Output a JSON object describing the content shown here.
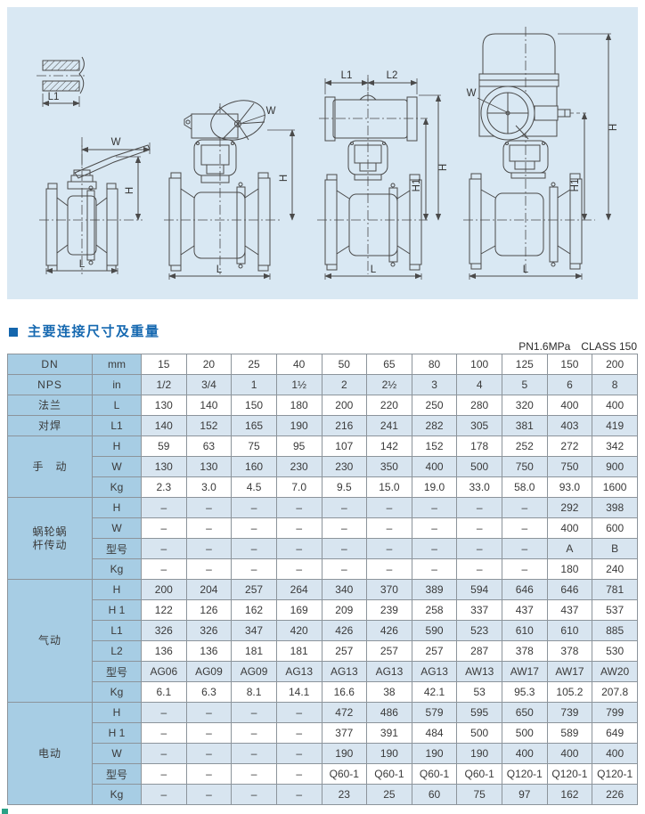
{
  "header": {
    "title": "主要连接尺寸及重量",
    "pressure": "PN1.6MPa",
    "class_rating": "CLASS 150"
  },
  "colors": {
    "panel_bg": "#d9e8f3",
    "title_blue": "#1568b0",
    "label_cell_blue": "#a7cde4",
    "shade_row_blue": "#d8e5f0",
    "line_color": "#4a4a4a",
    "end_mark_teal": "#2aa186"
  },
  "drawings": {
    "pipe": {
      "l1": "L1"
    },
    "manual": {
      "w": "W",
      "h": "H",
      "l": "L"
    },
    "gear": {
      "w": "W",
      "h": "H",
      "l": "L"
    },
    "pneumatic": {
      "l1": "L1",
      "l2": "L2",
      "h": "H",
      "h1": "H1",
      "l": "L"
    },
    "electric": {
      "w": "W",
      "h": "H",
      "h1": "H1",
      "l": "L"
    }
  },
  "table": {
    "rows": [
      {
        "group": "DN",
        "sub": "mm",
        "cells": [
          "15",
          "20",
          "25",
          "40",
          "50",
          "65",
          "80",
          "100",
          "125",
          "150",
          "200"
        ]
      },
      {
        "group": "NPS",
        "sub": "in",
        "cells": [
          "1/2",
          "3/4",
          "1",
          "1½",
          "2",
          "2½",
          "3",
          "4",
          "5",
          "6",
          "8"
        ]
      },
      {
        "group": "法兰",
        "sub": "L",
        "cells": [
          "130",
          "140",
          "150",
          "180",
          "200",
          "220",
          "250",
          "280",
          "320",
          "400",
          "400"
        ]
      },
      {
        "group": "对焊",
        "sub": "L1",
        "cells": [
          "140",
          "152",
          "165",
          "190",
          "216",
          "241",
          "282",
          "305",
          "381",
          "403",
          "419"
        ]
      },
      {
        "group": "手　动",
        "span": 3,
        "sub": "H",
        "cells": [
          "59",
          "63",
          "75",
          "95",
          "107",
          "142",
          "152",
          "178",
          "252",
          "272",
          "342"
        ]
      },
      {
        "sub": "W",
        "cells": [
          "130",
          "130",
          "160",
          "230",
          "230",
          "350",
          "400",
          "500",
          "750",
          "750",
          "900"
        ]
      },
      {
        "sub": "Kg",
        "cells": [
          "2.3",
          "3.0",
          "4.5",
          "7.0",
          "9.5",
          "15.0",
          "19.0",
          "33.0",
          "58.0",
          "93.0",
          "1600"
        ]
      },
      {
        "group": "蜗轮蜗\n杆传动",
        "span": 4,
        "sub": "H",
        "cells": [
          "–",
          "–",
          "–",
          "–",
          "–",
          "–",
          "–",
          "–",
          "–",
          "292",
          "398"
        ]
      },
      {
        "sub": "W",
        "cells": [
          "–",
          "–",
          "–",
          "–",
          "–",
          "–",
          "–",
          "–",
          "–",
          "400",
          "600"
        ]
      },
      {
        "sub": "型号",
        "cells": [
          "–",
          "–",
          "–",
          "–",
          "–",
          "–",
          "–",
          "–",
          "–",
          "A",
          "B"
        ]
      },
      {
        "sub": "Kg",
        "cells": [
          "–",
          "–",
          "–",
          "–",
          "–",
          "–",
          "–",
          "–",
          "–",
          "180",
          "240"
        ]
      },
      {
        "group": "气动",
        "span": 6,
        "sub": "H",
        "cells": [
          "200",
          "204",
          "257",
          "264",
          "340",
          "370",
          "389",
          "594",
          "646",
          "646",
          "781"
        ]
      },
      {
        "sub": "H 1",
        "cells": [
          "122",
          "126",
          "162",
          "169",
          "209",
          "239",
          "258",
          "337",
          "437",
          "437",
          "537"
        ]
      },
      {
        "sub": "L1",
        "cells": [
          "326",
          "326",
          "347",
          "420",
          "426",
          "426",
          "590",
          "523",
          "610",
          "610",
          "885"
        ]
      },
      {
        "sub": "L2",
        "cells": [
          "136",
          "136",
          "181",
          "181",
          "257",
          "257",
          "257",
          "287",
          "378",
          "378",
          "530"
        ]
      },
      {
        "sub": "型号",
        "cells": [
          "AG06",
          "AG09",
          "AG09",
          "AG13",
          "AG13",
          "AG13",
          "AG13",
          "AW13",
          "AW17",
          "AW17",
          "AW20"
        ]
      },
      {
        "sub": "Kg",
        "cells": [
          "6.1",
          "6.3",
          "8.1",
          "14.1",
          "16.6",
          "38",
          "42.1",
          "53",
          "95.3",
          "105.2",
          "207.8"
        ]
      },
      {
        "group": "电动",
        "span": 5,
        "sub": "H",
        "cells": [
          "–",
          "–",
          "–",
          "–",
          "472",
          "486",
          "579",
          "595",
          "650",
          "739",
          "799"
        ]
      },
      {
        "sub": "H 1",
        "cells": [
          "–",
          "–",
          "–",
          "–",
          "377",
          "391",
          "484",
          "500",
          "500",
          "589",
          "649"
        ]
      },
      {
        "sub": "W",
        "cells": [
          "–",
          "–",
          "–",
          "–",
          "190",
          "190",
          "190",
          "190",
          "400",
          "400",
          "400"
        ]
      },
      {
        "sub": "型号",
        "cells": [
          "–",
          "–",
          "–",
          "–",
          "Q60-1",
          "Q60-1",
          "Q60-1",
          "Q60-1",
          "Q120-1",
          "Q120-1",
          "Q120-1"
        ]
      },
      {
        "sub": "Kg",
        "cells": [
          "–",
          "–",
          "–",
          "–",
          "23",
          "25",
          "60",
          "75",
          "97",
          "162",
          "226"
        ]
      }
    ]
  }
}
